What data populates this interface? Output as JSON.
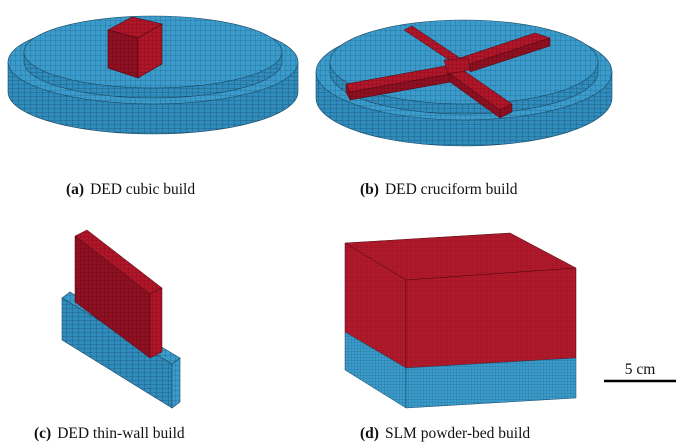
{
  "panels": [
    {
      "label": "(a)",
      "caption": "DED cubic build"
    },
    {
      "label": "(b)",
      "caption": "DED cruciform build"
    },
    {
      "label": "(c)",
      "caption": "DED thin-wall build"
    },
    {
      "label": "(d)",
      "caption": "SLM powder-bed build"
    }
  ],
  "scale_bar": {
    "label": "5 cm"
  },
  "colors": {
    "substrate": "#3a9ccc",
    "substrate_side": "#2f86b3",
    "build": "#b0162a",
    "build_side": "#8c0f20",
    "mesh_line": "#1c3f55"
  }
}
